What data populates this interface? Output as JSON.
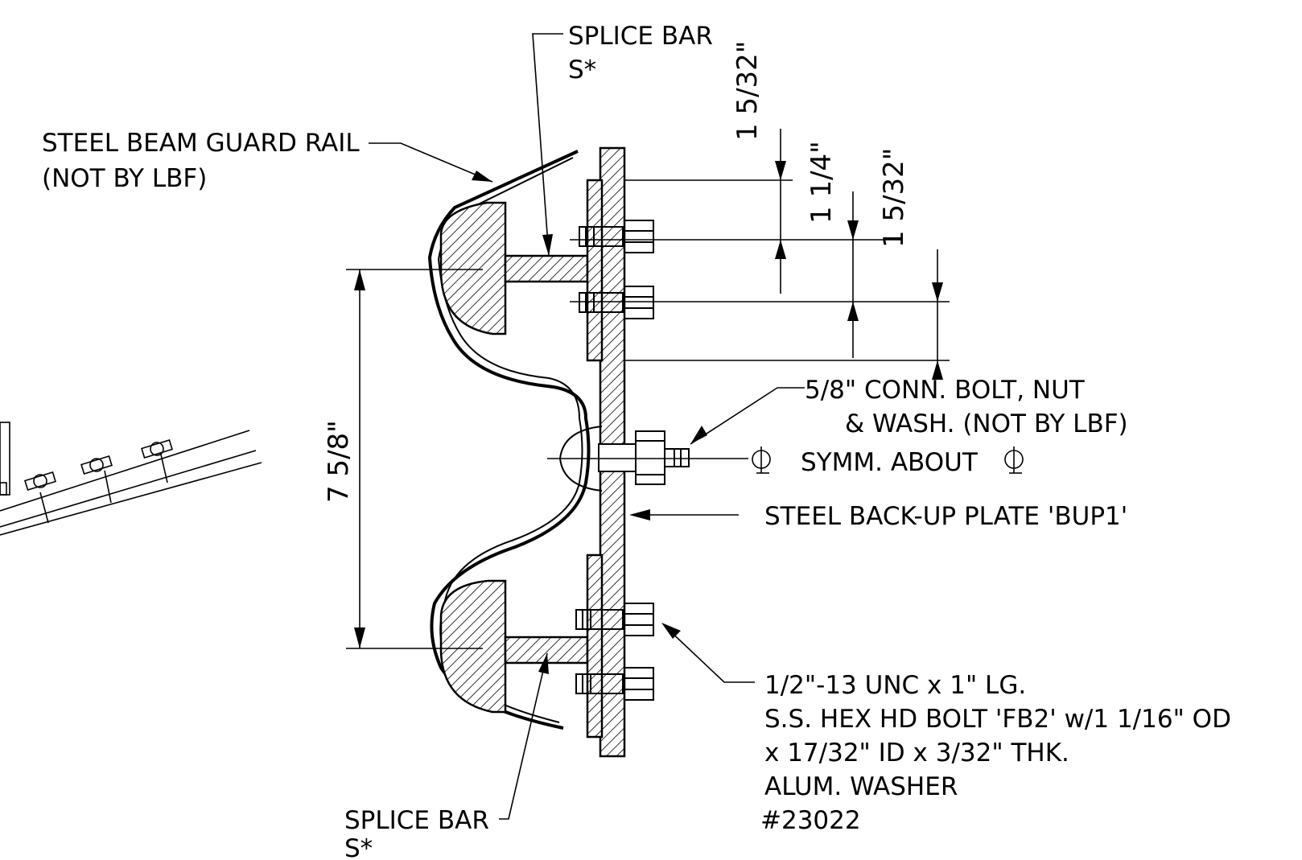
{
  "labels": {
    "splice_bar_top_line1": "SPLICE BAR",
    "splice_bar_top_line2": "S*",
    "guard_rail_line1": "STEEL BEAM GUARD RAIL",
    "guard_rail_line2": "(NOT BY LBF)",
    "conn_bolt_line1": "5/8\" CONN. BOLT, NUT",
    "conn_bolt_line2": "& WASH. (NOT BY LBF)",
    "symmetry": "SYMM. ABOUT",
    "backup_plate": "STEEL BACK-UP PLATE 'BUP1'",
    "hex_bolt_line1": "1/2\"-13 UNC x 1\" LG.",
    "hex_bolt_line2": "S.S. HEX HD BOLT 'FB2' w/1 1/16\" OD",
    "hex_bolt_line3": "x 17/32\" ID x 3/32\" THK.",
    "hex_bolt_line4": "ALUM. WASHER",
    "hex_bolt_line5": "#23022",
    "splice_bar_bottom_line1": "SPLICE BAR",
    "splice_bar_bottom_line2": "S*"
  },
  "dimensions": {
    "top_offset": "1 5/32\"",
    "bolt_spacing": "1 1/4\"",
    "lower_offset": "1 5/32\"",
    "overall_height": "7 5/8\""
  }
}
